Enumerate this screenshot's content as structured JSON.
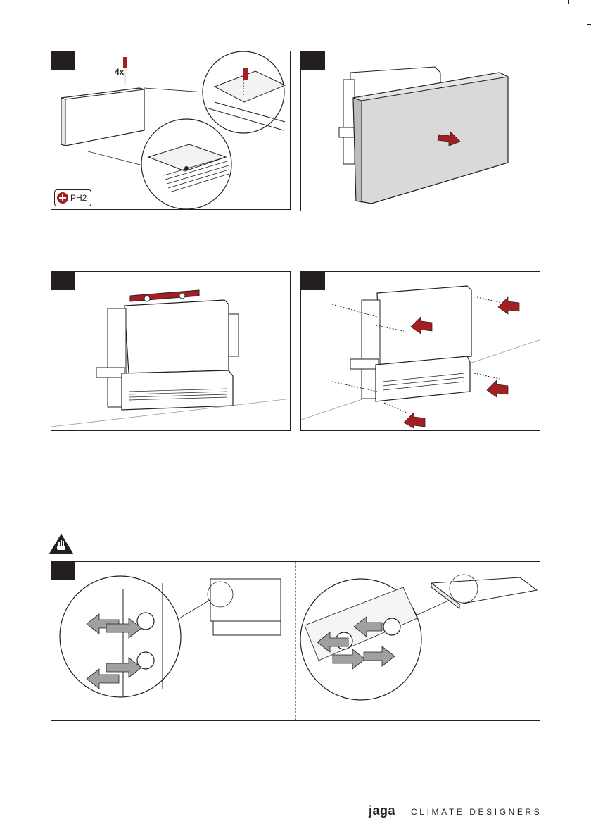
{
  "panel1": {
    "quantity_label": "4x",
    "tool_label": "PH2",
    "tool_icon": "phillips-screwdriver-icon"
  },
  "warning": {
    "icon": "hand-warning-icon"
  },
  "footer": {
    "brand": "jaga",
    "tagline": "CLIMATE DESIGNERS"
  },
  "colors": {
    "accent": "#a51e22",
    "ink": "#231f20",
    "panel_fill": "#d9d9d9",
    "arrow_grey": "#a0a0a0"
  }
}
